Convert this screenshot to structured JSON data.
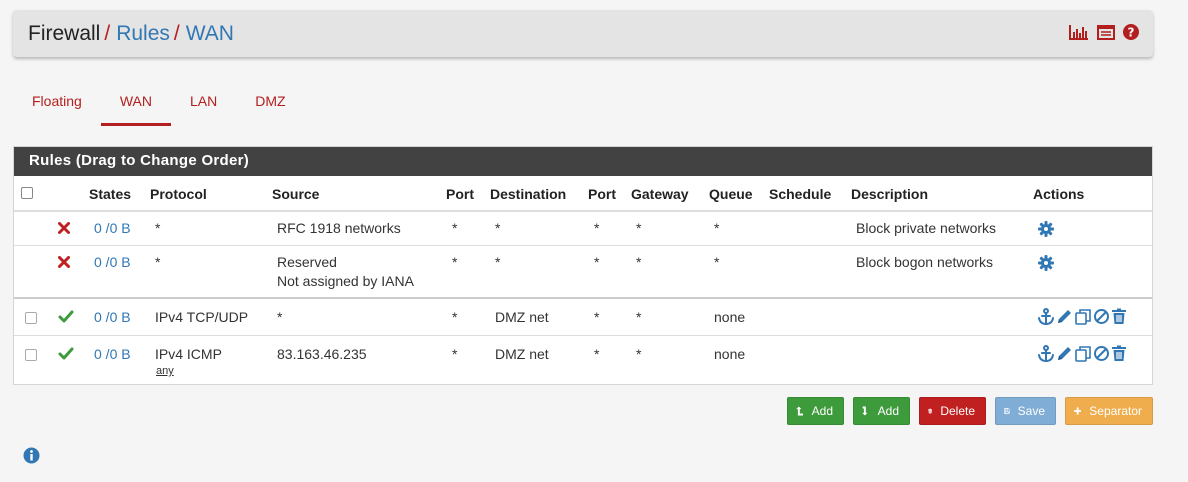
{
  "breadcrumb": {
    "root": "Firewall",
    "sep": "/",
    "second": "Rules",
    "third": "WAN"
  },
  "header_icons": [
    "bar-chart-icon",
    "table-list-icon",
    "help-circle-icon"
  ],
  "tabs": [
    {
      "label": "Floating",
      "active": false
    },
    {
      "label": "WAN",
      "active": true
    },
    {
      "label": "LAN",
      "active": false
    },
    {
      "label": "DMZ",
      "active": false
    }
  ],
  "panel": {
    "title": "Rules (Drag to Change Order)"
  },
  "columns": {
    "states": "States",
    "protocol": "Protocol",
    "source": "Source",
    "port1": "Port",
    "destination": "Destination",
    "port2": "Port",
    "gateway": "Gateway",
    "queue": "Queue",
    "schedule": "Schedule",
    "description": "Description",
    "actions": "Actions"
  },
  "rules": [
    {
      "status": "block",
      "states": "0 /0 B",
      "protocol": "*",
      "source": "RFC 1918 networks",
      "source2": "",
      "port1": "*",
      "destination": "*",
      "port2": "*",
      "gateway": "*",
      "queue": "*",
      "schedule": "",
      "description": "Block private networks"
    },
    {
      "status": "block",
      "states": "0 /0 B",
      "protocol": "*",
      "source": "Reserved",
      "source2": "Not assigned by IANA",
      "port1": "*",
      "destination": "*",
      "port2": "*",
      "gateway": "*",
      "queue": "*",
      "schedule": "",
      "description": "Block bogon networks"
    },
    {
      "status": "pass",
      "states": "0 /0 B",
      "protocol": "IPv4 TCP/UDP",
      "protocol2": "",
      "source": "*",
      "port1": "*",
      "destination": "DMZ net",
      "port2": "*",
      "gateway": "*",
      "queue": "none",
      "schedule": "",
      "description": ""
    },
    {
      "status": "pass",
      "states": "0 /0 B",
      "protocol": "IPv4 ICMP",
      "protocol2": "any",
      "source": "83.163.46.235",
      "port1": "*",
      "destination": "DMZ net",
      "port2": "*",
      "gateway": "*",
      "queue": "none",
      "schedule": "",
      "description": ""
    }
  ],
  "buttons": {
    "add_top": "Add",
    "add_bottom": "Add",
    "delete": "Delete",
    "save": "Save",
    "separator": "Separator"
  },
  "colors": {
    "brand_red": "#b31e1e",
    "link_blue": "#3177b3",
    "pass_green": "#3e9b3c",
    "panel_dark": "#424242"
  }
}
